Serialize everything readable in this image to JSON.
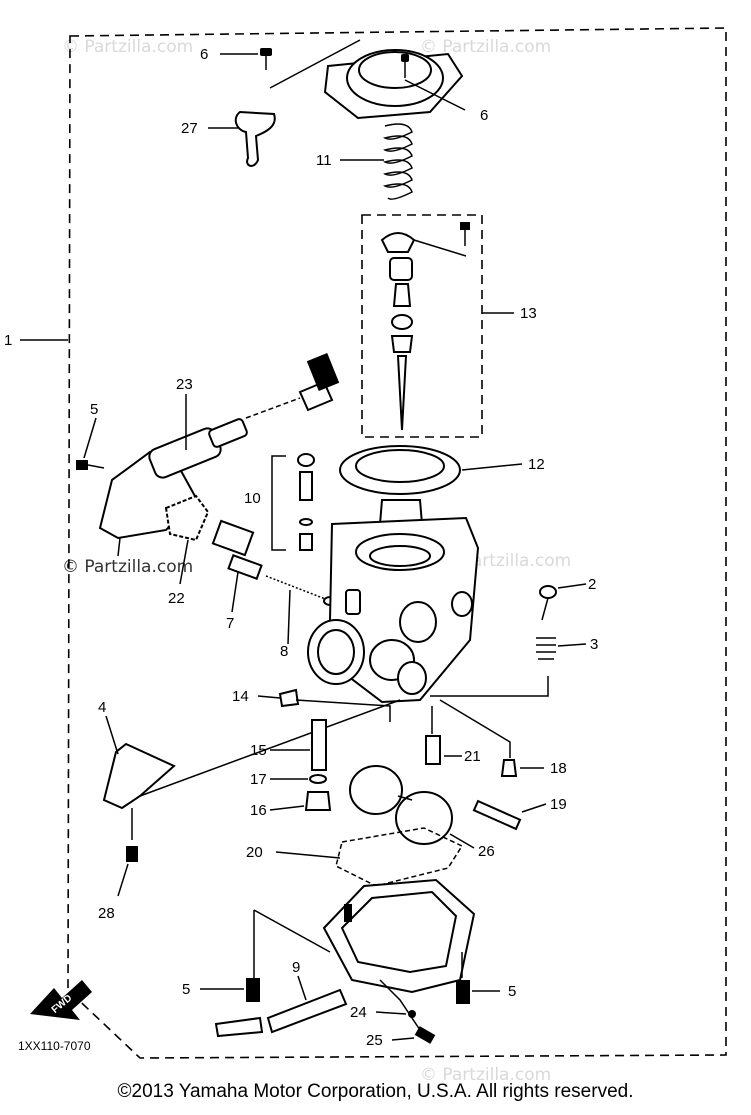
{
  "watermarks": {
    "top_left": "© Partzilla.com",
    "top_right": "© Partzilla.com",
    "middle_left": "© Partzilla.com",
    "middle_right": "© Partzilla.com",
    "bottom": "© Partzilla.com"
  },
  "diagram_code": "1XX110-7070",
  "fwd_label": "FWD",
  "copyright": "©2013 Yamaha Motor Corporation, U.S.A. All rights reserved.",
  "callouts": {
    "c1": "1",
    "c2": "2",
    "c3": "3",
    "c4": "4",
    "c5a": "5",
    "c5b": "5",
    "c5c": "5",
    "c6a": "6",
    "c6b": "6",
    "c7": "7",
    "c8": "8",
    "c9": "9",
    "c10": "10",
    "c11": "11",
    "c12": "12",
    "c13": "13",
    "c14": "14",
    "c15": "15",
    "c16": "16",
    "c17": "17",
    "c18": "18",
    "c19": "19",
    "c20": "20",
    "c21": "21",
    "c22": "22",
    "c23": "23",
    "c24": "24",
    "c25": "25",
    "c26": "26",
    "c27": "27",
    "c28": "28"
  }
}
